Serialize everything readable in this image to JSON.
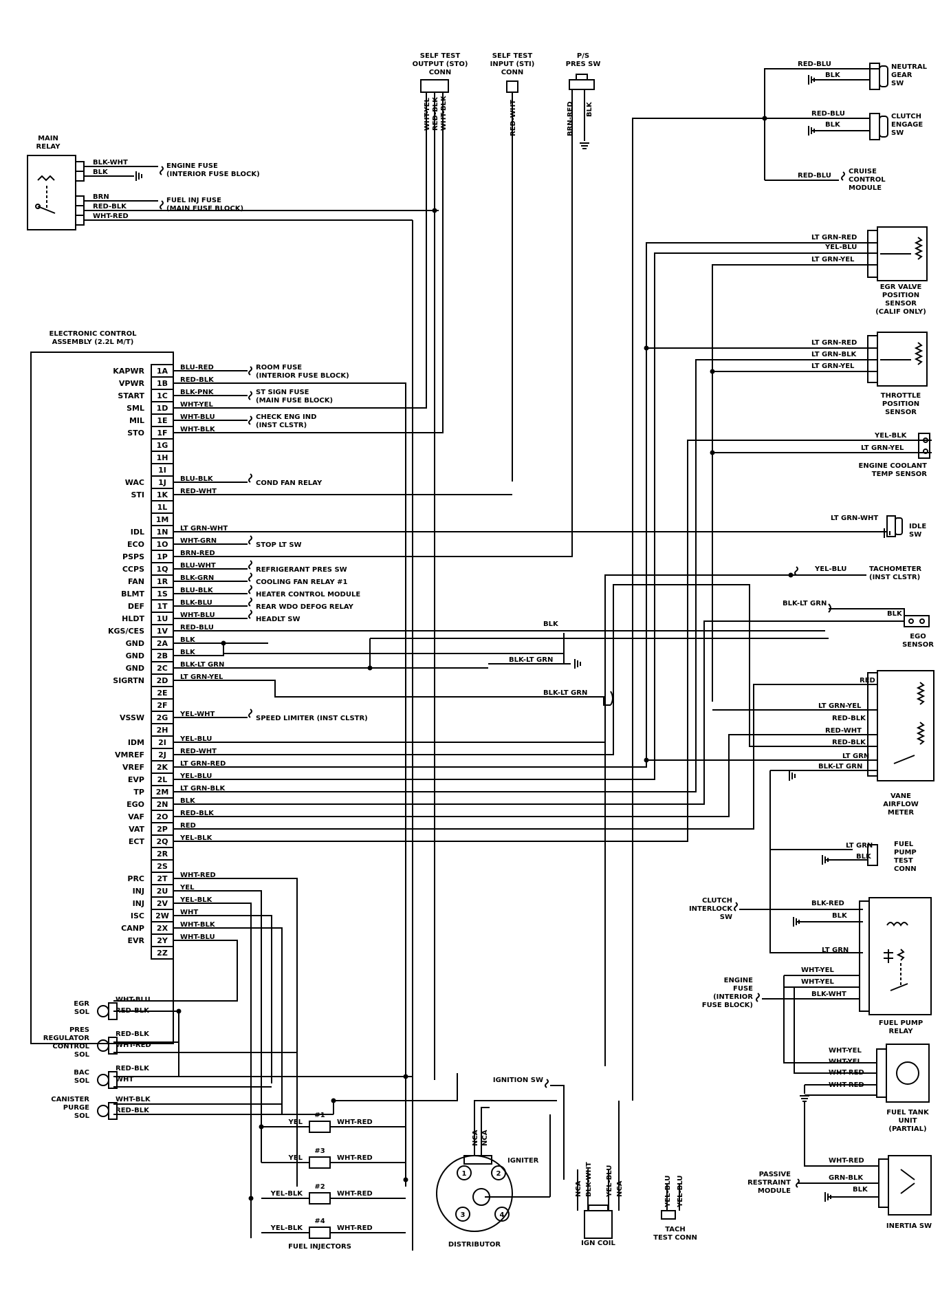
{
  "ecu": {
    "title": [
      "ELECTRONIC CONTROL",
      "ASSEMBLY (2.2L M/T)"
    ],
    "pins": [
      {
        "id": "1A",
        "sig": "KAPWR",
        "wire": "BLU-RED",
        "dest": [
          "ROOM FUSE",
          "(INTERIOR FUSE BLOCK)"
        ]
      },
      {
        "id": "1B",
        "sig": "VPWR",
        "wire": "RED-BLK",
        "dest": []
      },
      {
        "id": "1C",
        "sig": "START",
        "wire": "BLK-PNK",
        "dest": [
          "ST SIGN FUSE",
          "(MAIN FUSE BLOCK)"
        ]
      },
      {
        "id": "1D",
        "sig": "SML",
        "wire": "WHT-YEL",
        "dest": []
      },
      {
        "id": "1E",
        "sig": "MIL",
        "wire": "WHT-BLU",
        "dest": [
          "CHECK ENG IND",
          "(INST CLSTR)"
        ]
      },
      {
        "id": "1F",
        "sig": "STO",
        "wire": "WHT-BLK",
        "dest": []
      },
      {
        "id": "1G",
        "sig": "",
        "wire": "",
        "dest": []
      },
      {
        "id": "1H",
        "sig": "",
        "wire": "",
        "dest": []
      },
      {
        "id": "1I",
        "sig": "",
        "wire": "",
        "dest": []
      },
      {
        "id": "1J",
        "sig": "WAC",
        "wire": "BLU-BLK",
        "dest": [
          "COND FAN RELAY"
        ]
      },
      {
        "id": "1K",
        "sig": "STI",
        "wire": "RED-WHT",
        "dest": []
      },
      {
        "id": "1L",
        "sig": "",
        "wire": "",
        "dest": []
      },
      {
        "id": "1M",
        "sig": "",
        "wire": "",
        "dest": []
      },
      {
        "id": "1N",
        "sig": "IDL",
        "wire": "LT GRN-WHT",
        "dest": []
      },
      {
        "id": "1O",
        "sig": "ECO",
        "wire": "WHT-GRN",
        "dest": [
          "STOP LT SW"
        ]
      },
      {
        "id": "1P",
        "sig": "PSPS",
        "wire": "BRN-RED",
        "dest": []
      },
      {
        "id": "1Q",
        "sig": "CCPS",
        "wire": "BLU-WHT",
        "dest": [
          "REFRIGERANT PRES SW"
        ]
      },
      {
        "id": "1R",
        "sig": "FAN",
        "wire": "BLK-GRN",
        "dest": [
          "COOLING FAN RELAY #1"
        ]
      },
      {
        "id": "1S",
        "sig": "BLMT",
        "wire": "BLU-BLK",
        "dest": [
          "HEATER CONTROL MODULE"
        ]
      },
      {
        "id": "1T",
        "sig": "DEF",
        "wire": "BLK-BLU",
        "dest": [
          "REAR WDO DEFOG RELAY"
        ]
      },
      {
        "id": "1U",
        "sig": "HLDT",
        "wire": "WHT-BLU",
        "dest": [
          "HEADLT SW"
        ]
      },
      {
        "id": "1V",
        "sig": "KGS/CES",
        "wire": "RED-BLU",
        "dest": []
      },
      {
        "id": "2A",
        "sig": "GND",
        "wire": "BLK",
        "dest": []
      },
      {
        "id": "2B",
        "sig": "GND",
        "wire": "BLK",
        "dest": []
      },
      {
        "id": "2C",
        "sig": "GND",
        "wire": "BLK-LT GRN",
        "dest": []
      },
      {
        "id": "2D",
        "sig": "SIGRTN",
        "wire": "LT GRN-YEL",
        "dest": []
      },
      {
        "id": "2E",
        "sig": "",
        "wire": "",
        "dest": []
      },
      {
        "id": "2F",
        "sig": "",
        "wire": "",
        "dest": []
      },
      {
        "id": "2G",
        "sig": "VSSW",
        "wire": "YEL-WHT",
        "dest": [
          "SPEED LIMITER (INST CLSTR)"
        ]
      },
      {
        "id": "2H",
        "sig": "",
        "wire": "",
        "dest": []
      },
      {
        "id": "2I",
        "sig": "IDM",
        "wire": "YEL-BLU",
        "dest": []
      },
      {
        "id": "2J",
        "sig": "VMREF",
        "wire": "RED-WHT",
        "dest": []
      },
      {
        "id": "2K",
        "sig": "VREF",
        "wire": "LT GRN-RED",
        "dest": []
      },
      {
        "id": "2L",
        "sig": "EVP",
        "wire": "YEL-BLU",
        "dest": []
      },
      {
        "id": "2M",
        "sig": "TP",
        "wire": "LT GRN-BLK",
        "dest": []
      },
      {
        "id": "2N",
        "sig": "EGO",
        "wire": "BLK",
        "dest": []
      },
      {
        "id": "2O",
        "sig": "VAF",
        "wire": "RED-BLK",
        "dest": []
      },
      {
        "id": "2P",
        "sig": "VAT",
        "wire": "RED",
        "dest": []
      },
      {
        "id": "2Q",
        "sig": "ECT",
        "wire": "YEL-BLK",
        "dest": []
      },
      {
        "id": "2R",
        "sig": "",
        "wire": "",
        "dest": []
      },
      {
        "id": "2S",
        "sig": "",
        "wire": "",
        "dest": []
      },
      {
        "id": "2T",
        "sig": "PRC",
        "wire": "WHT-RED",
        "dest": []
      },
      {
        "id": "2U",
        "sig": "INJ",
        "wire": "YEL",
        "dest": []
      },
      {
        "id": "2V",
        "sig": "INJ",
        "wire": "YEL-BLK",
        "dest": []
      },
      {
        "id": "2W",
        "sig": "ISC",
        "wire": "WHT",
        "dest": []
      },
      {
        "id": "2X",
        "sig": "CANP",
        "wire": "WHT-BLK",
        "dest": []
      },
      {
        "id": "2Y",
        "sig": "EVR",
        "wire": "WHT-BLU",
        "dest": []
      },
      {
        "id": "2Z",
        "sig": "",
        "wire": "",
        "dest": []
      }
    ]
  },
  "main_relay": {
    "title": [
      "MAIN",
      "RELAY"
    ],
    "wires": [
      "BLK-WHT",
      "BLK",
      "BRN",
      "RED-BLK",
      "WHT-RED"
    ],
    "engine_fuse": [
      "ENGINE FUSE",
      "(INTERIOR FUSE BLOCK)"
    ],
    "fuel_inj_fuse": [
      "FUEL INJ FUSE",
      "(MAIN FUSE BLOCK)"
    ]
  },
  "top_connectors": {
    "sto": {
      "title": [
        "SELF TEST",
        "OUTPUT (STO)",
        "CONN"
      ],
      "wires": [
        "WHT-YEL",
        "RED-BLK",
        "WHT-BLK"
      ]
    },
    "sti": {
      "title": [
        "SELF TEST",
        "INPUT (STI)",
        "CONN"
      ],
      "wires": [
        "RED-WHT"
      ]
    },
    "ps": {
      "title": [
        "P/S",
        "PRES SW"
      ],
      "wires": [
        "BRN-RED",
        "BLK"
      ]
    }
  },
  "right_components": {
    "neutral": {
      "title": [
        "NEUTRAL",
        "GEAR",
        "SW"
      ],
      "wires": [
        "RED-BLU",
        "BLK"
      ]
    },
    "clutch": {
      "title": [
        "CLUTCH",
        "ENGAGE",
        "SW"
      ],
      "wires": [
        "RED-BLU",
        "BLK"
      ]
    },
    "cruise": {
      "title": [
        "CRUISE",
        "CONTROL",
        "MODULE"
      ],
      "wires": [
        "RED-BLU"
      ]
    },
    "egr_sensor": {
      "title": [
        "EGR VALVE",
        "POSITION",
        "SENSOR",
        "(CALIF ONLY)"
      ],
      "wires": [
        "LT GRN-RED",
        "YEL-BLU",
        "LT GRN-YEL"
      ]
    },
    "throttle": {
      "title": [
        "THROTTLE",
        "POSITION",
        "SENSOR"
      ],
      "wires": [
        "LT GRN-RED",
        "LT GRN-BLK",
        "LT GRN-YEL"
      ]
    },
    "coolant": {
      "title": [
        "ENGINE COOLANT",
        "TEMP SENSOR"
      ],
      "wires": [
        "YEL-BLK",
        "LT GRN-YEL"
      ]
    },
    "idle": {
      "title": [
        "IDLE",
        "SW"
      ],
      "wires": [
        "LT GRN-WHT"
      ]
    },
    "tach": {
      "title": [
        "TACHOMETER",
        "(INST CLSTR)"
      ],
      "wires": [
        "YEL-BLU"
      ]
    },
    "ego": {
      "title": [
        "EGO",
        "SENSOR"
      ],
      "wires": [
        "BLK-LT GRN",
        "BLK"
      ]
    },
    "ground_wires": [
      "BLK",
      "BLK-LT GRN",
      "BLK-LT GRN"
    ],
    "vane": {
      "title": [
        "VANE",
        "AIRFLOW",
        "METER"
      ],
      "wires": [
        "RED",
        "LT GRN-YEL",
        "RED-BLK",
        "RED-WHT",
        "RED-BLK",
        "LT GRN",
        "BLK-LT GRN"
      ]
    },
    "fuel_test": {
      "title": [
        "FUEL",
        "PUMP",
        "TEST",
        "CONN"
      ],
      "wires": [
        "LT GRN",
        "BLK"
      ]
    },
    "clutch_interlock": {
      "title": [
        "CLUTCH",
        "INTERLOCK",
        "SW"
      ],
      "wires": [
        "BLK-RED",
        "BLK",
        "LT GRN"
      ]
    },
    "engine_fuse": {
      "title": [
        "ENGINE",
        "FUSE",
        "(INTERIOR",
        "FUSE BLOCK)"
      ],
      "wires": [
        "WHT-YEL",
        "WHT-YEL",
        "BLK-WHT"
      ]
    },
    "pump_relay": {
      "title": [
        "FUEL PUMP",
        "RELAY"
      ]
    },
    "tank": {
      "title": [
        "FUEL TANK",
        "UNIT",
        "(PARTIAL)"
      ],
      "wires": [
        "WHT-YEL",
        "WHT-YEL",
        "WHT-RED",
        "WHT-RED"
      ]
    },
    "restraint": {
      "title": [
        "PASSIVE",
        "RESTRAINT",
        "MODULE"
      ],
      "wires": [
        "WHT-RED",
        "GRN-BLK",
        "BLK"
      ]
    },
    "inertia": {
      "title": [
        "INERTIA SW"
      ]
    }
  },
  "left_solenoids": [
    {
      "title": [
        "EGR",
        "SOL"
      ],
      "wires": [
        "WHT-BLU",
        "RED-BLK"
      ]
    },
    {
      "title": [
        "PRES",
        "REGULATOR",
        "CONTROL",
        "SOL"
      ],
      "wires": [
        "RED-BLK",
        "WHT-RED"
      ]
    },
    {
      "title": [
        "BAC",
        "SOL"
      ],
      "wires": [
        "RED-BLK",
        "WHT"
      ]
    },
    {
      "title": [
        "CANISTER",
        "PURGE",
        "SOL"
      ],
      "wires": [
        "WHT-BLK",
        "RED-BLK"
      ]
    }
  ],
  "injectors": {
    "title": "FUEL INJECTORS",
    "items": [
      {
        "num": "#1",
        "left": "YEL",
        "right": "WHT-RED"
      },
      {
        "num": "#3",
        "left": "YEL",
        "right": "WHT-RED"
      },
      {
        "num": "#2",
        "left": "YEL-BLK",
        "right": "WHT-RED"
      },
      {
        "num": "#4",
        "left": "YEL-BLK",
        "right": "WHT-RED"
      }
    ]
  },
  "bottom": {
    "ignition_sw": "IGNITION SW",
    "igniter": "IGNITER",
    "distributor": "DISTRIBUTOR",
    "ign_coil": "IGN COIL",
    "tach_conn": [
      "TACH",
      "TEST CONN"
    ],
    "dist_nums": [
      "1",
      "2",
      "3",
      "4"
    ],
    "coil_wires": [
      "NCA",
      "BLK-WHT",
      "YEL-BLU",
      "NCA"
    ],
    "igniter_wires": [
      "NCA",
      "NCA"
    ],
    "tach_wires": [
      "YEL-BLU",
      "YEL-BLU"
    ]
  }
}
